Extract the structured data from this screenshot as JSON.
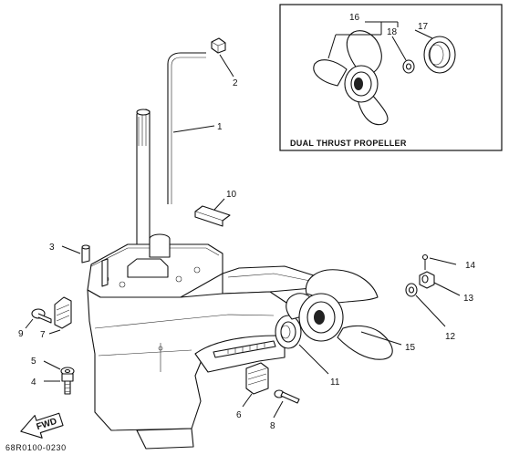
{
  "inset": {
    "title": "DUAL THRUST PROPELLER",
    "callouts": {
      "c16": "16",
      "c17": "17",
      "c18": "18"
    }
  },
  "callouts": {
    "c1": "1",
    "c2": "2",
    "c3": "3",
    "c4": "4",
    "c5": "5",
    "c6": "6",
    "c7": "7",
    "c8": "8",
    "c9": "9",
    "c10": "10",
    "c11": "11",
    "c12": "12",
    "c13": "13",
    "c14": "14",
    "c15": "15"
  },
  "fwd_label": "FWD",
  "diagram_code": "68R0100-0230"
}
